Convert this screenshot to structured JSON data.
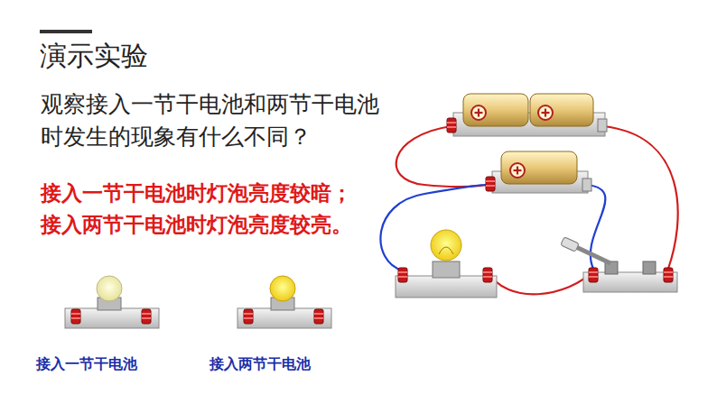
{
  "diagram": {
    "title": "演示实验",
    "labels": [
      "观察接入一节干电池和两节干电池时发生的现象有什么不同？",
      "接入一节干电池时灯泡亮度较暗；接入两节干电池时灯泡亮度较亮。",
      "接入一节干电池",
      "接入两节干电池"
    ]
  }
}
